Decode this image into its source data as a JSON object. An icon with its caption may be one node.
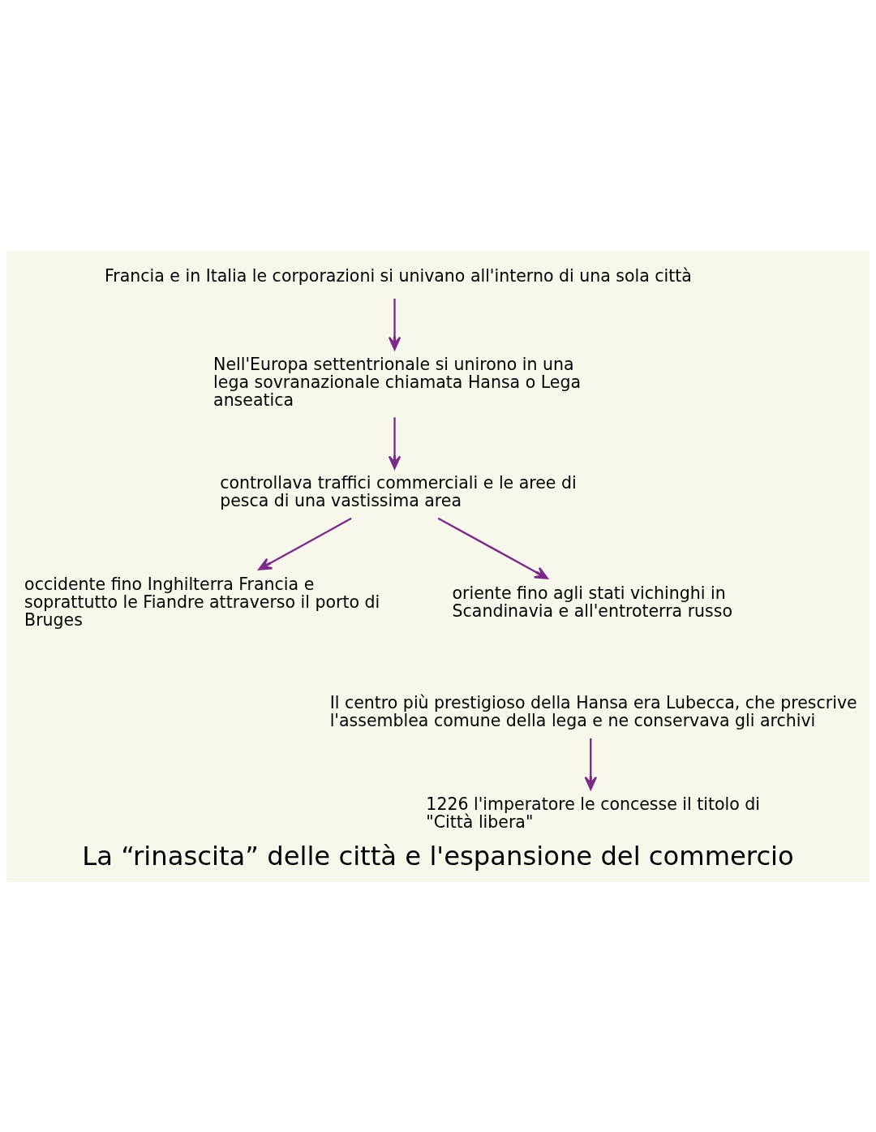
{
  "diagram": {
    "title": "La “rinascita” delle città e l'espansione del commercio",
    "nodes": [
      {
        "text": [
          "Francia e in Italia le corporazioni si univano all'interno di una sola città"
        ]
      },
      {
        "text": [
          "Nell'Europa settentrionale si unirono in una lega sovranazionale chiamata Hansa o Lega anseatica"
        ]
      },
      {
        "text": [
          "controllava traffici commerciali e le aree di pesca di una vastissima area"
        ]
      },
      {
        "text": [
          "occidente fino Inghilterra Francia e soprattutto le Fiandre attraverso il porto di Bruges"
        ]
      },
      {
        "text": [
          "oriente fino agli stati vichinghi in Scandinavia e all'entroterra russo"
        ]
      },
      {
        "text": [
          "Il centro più prestigioso della Hansa era Lubecca, che prescrive l'assemblea comune della lega e ne conservava gli archivi"
        ]
      },
      {
        "text": [
          "1226 l'imperatore le concesse il titolo di \"Città libera\""
        ]
      }
    ],
    "edges": [
      {
        "from": 0,
        "to": 1,
        "arrow": "to"
      },
      {
        "from": 1,
        "to": 2,
        "arrow": "to"
      },
      {
        "from": 2,
        "to": 3,
        "arrow": "to"
      },
      {
        "from": 2,
        "to": 4,
        "arrow": "to"
      },
      {
        "from": 5,
        "to": 6,
        "arrow": "to"
      }
    ]
  }
}
